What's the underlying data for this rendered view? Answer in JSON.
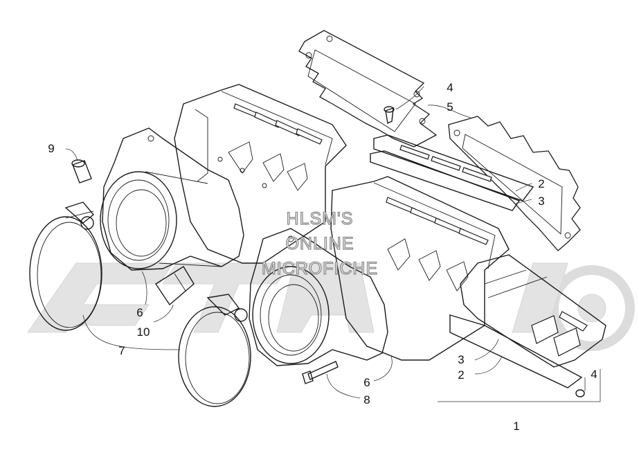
{
  "watermark": {
    "lines": [
      "HLSM'S",
      "ONLINE",
      "MICROFICHE"
    ],
    "background_logo_color": "#e3e3e3",
    "text_outline_color": "#8a8a8a"
  },
  "callouts": [
    {
      "id": "c4-top",
      "text": "4"
    },
    {
      "id": "c5",
      "text": "5"
    },
    {
      "id": "c9",
      "text": "9"
    },
    {
      "id": "c2-right",
      "text": "2"
    },
    {
      "id": "c3-right",
      "text": "3"
    },
    {
      "id": "c6-left",
      "text": "6"
    },
    {
      "id": "c10",
      "text": "10"
    },
    {
      "id": "c7",
      "text": "7"
    },
    {
      "id": "c3-bottom",
      "text": "3"
    },
    {
      "id": "c2-bottom",
      "text": "2"
    },
    {
      "id": "c4-bottom",
      "text": "4"
    },
    {
      "id": "c6-bottom",
      "text": "6"
    },
    {
      "id": "c8",
      "text": "8"
    },
    {
      "id": "c1",
      "text": "1"
    }
  ],
  "colors": {
    "line": "#1a1a1a",
    "background": "#ffffff"
  }
}
